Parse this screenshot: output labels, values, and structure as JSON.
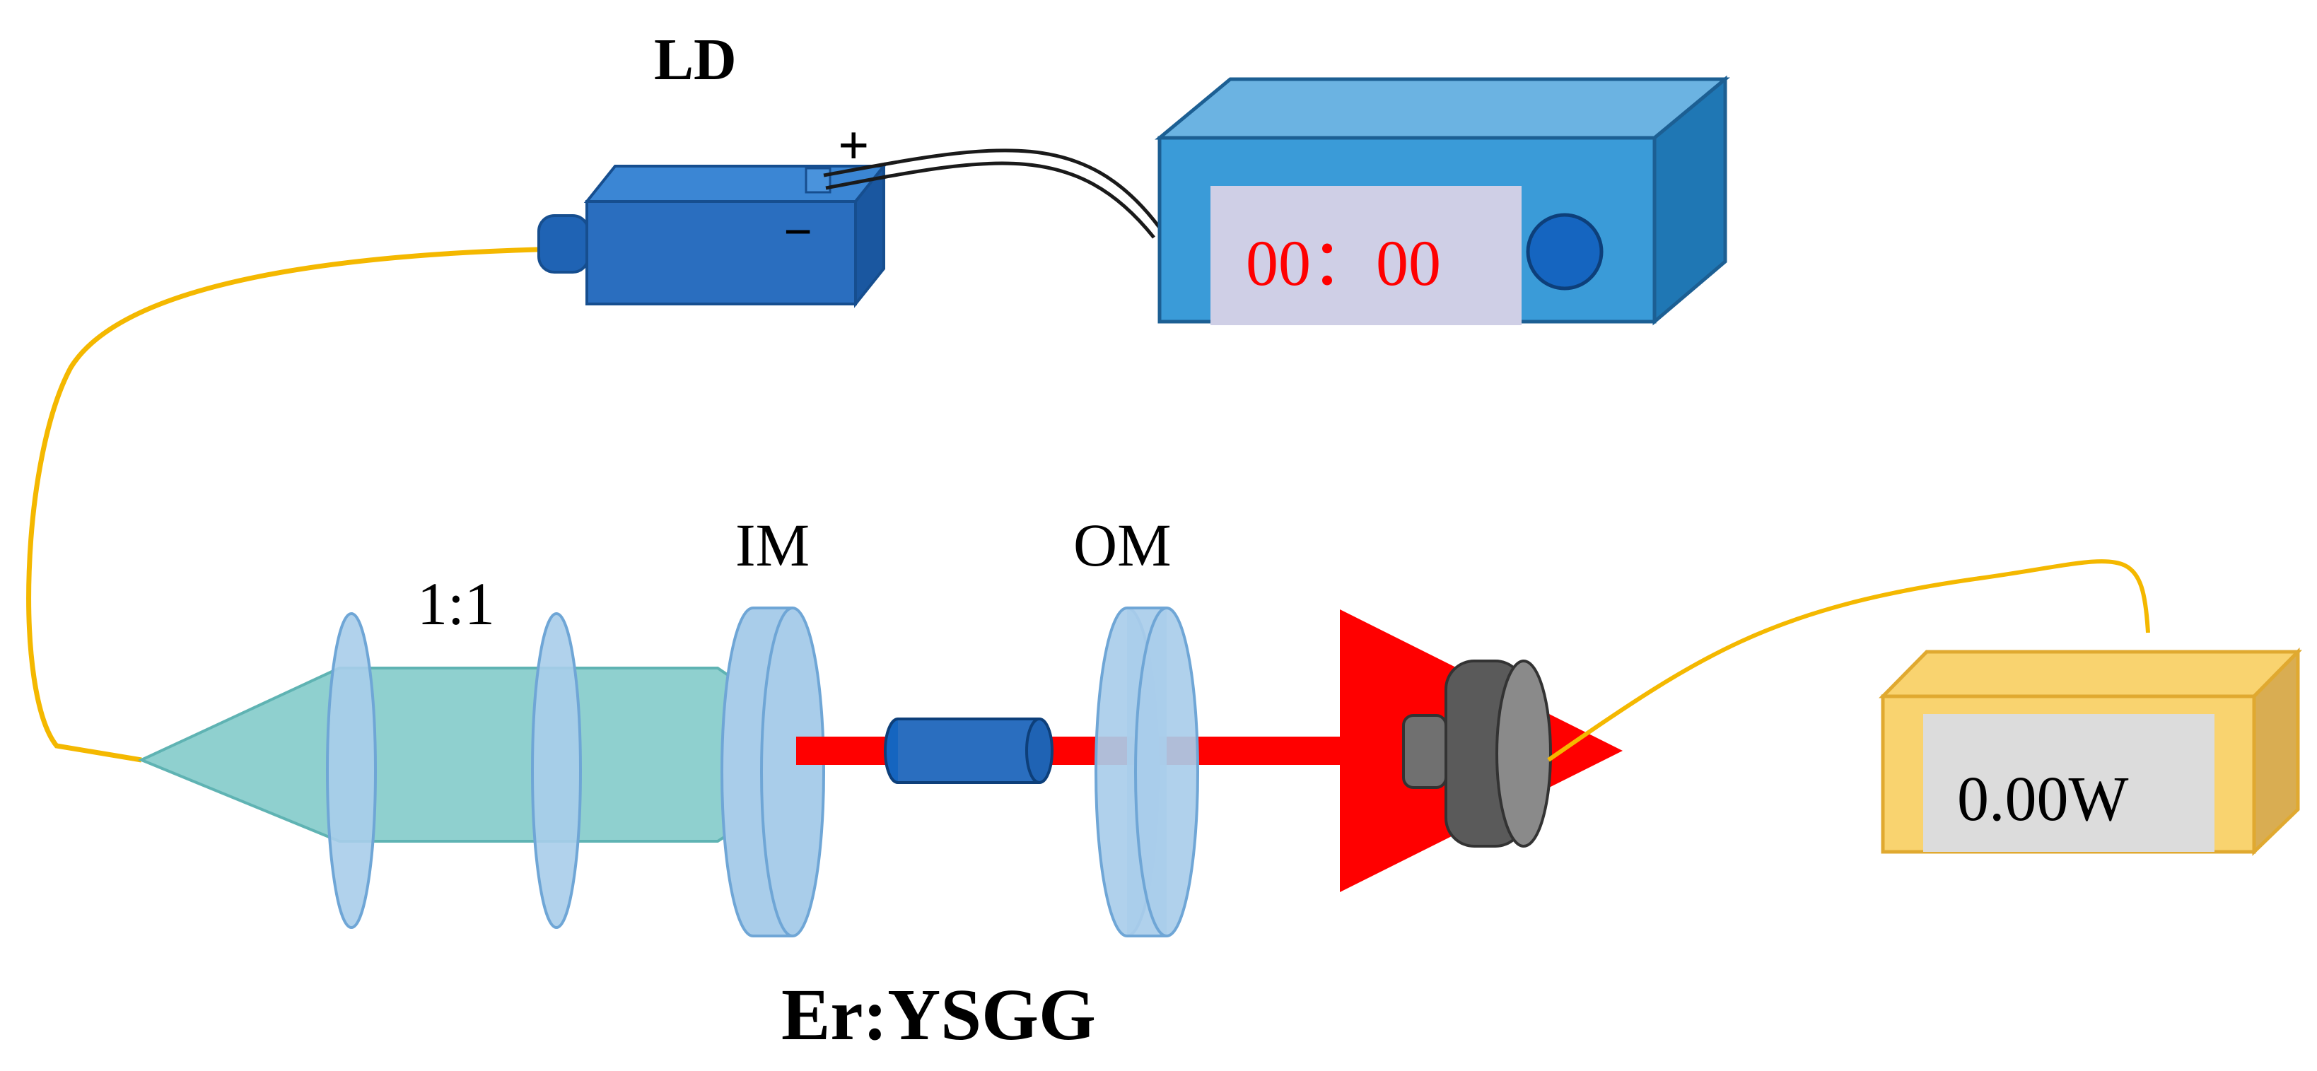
{
  "labels": {
    "ld": "LD",
    "plus": "+",
    "minus": "−",
    "lens_ratio": "1:1",
    "input_mirror": "IM",
    "output_mirror": "OM",
    "crystal": "Er:YSGG"
  },
  "driver": {
    "display": "00：00"
  },
  "power_meter": {
    "display": "0.00W"
  },
  "colors": {
    "fiber": "#f4b800",
    "laser_beam": "#ff0000",
    "device_blue": "#2d6fc0",
    "driver_blue": "#3a9bd8",
    "optic_fill": "#a9cdea",
    "pump_beam": "#8fd0cf",
    "meter_yellow": "#f9d36f",
    "detector_gray": "#6e6e6e",
    "display_text_red": "#ff0000"
  }
}
